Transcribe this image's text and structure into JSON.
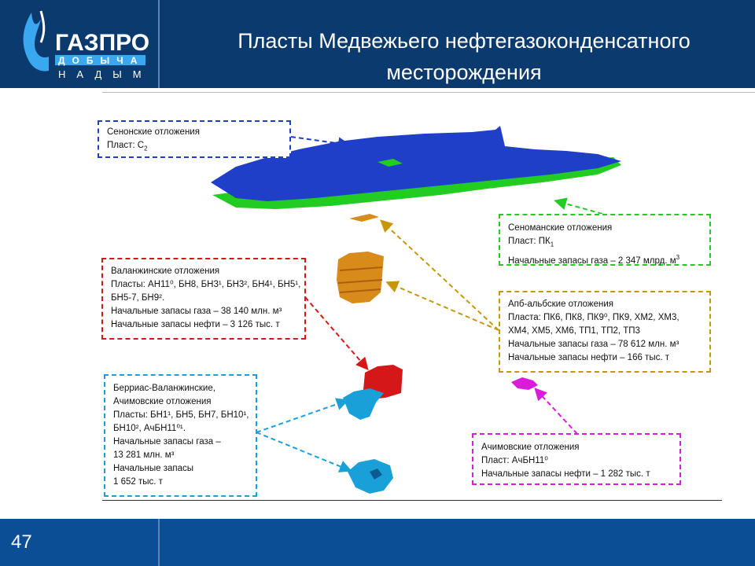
{
  "header": {
    "logo": {
      "name": "ГАЗПРОМ",
      "line2": "ДОБЫЧА",
      "line3": "НАДЫМ"
    },
    "title_line1": "Пласты Медвежьего нефтегазоконденсатного",
    "title_line2": "месторождения"
  },
  "colors": {
    "header_bg": "#0b3a6e",
    "footer_bg": "#0b4e95",
    "senon": "#1f3fc8",
    "senoman": "#22cc22",
    "alb": "#c8960a",
    "valang": "#d41818",
    "berrias": "#1aa0d8",
    "achim": "#d81cd8"
  },
  "boxes": {
    "senon": {
      "line1": "Сенонские отложения",
      "line2": "Пласт: С",
      "line2_sub": "2"
    },
    "senoman": {
      "line1": "Сеноманские отложения",
      "line2": "Пласт: ПК",
      "line2_sub": "1",
      "line3": "Начальные запасы газа – 2 347 млрд. м",
      "line3_sup": "3"
    },
    "valang": {
      "line1": "Валанжинские отложения",
      "line2": "Пласты: АН11⁰, БН8, БН3¹, БН3², БН4¹, БН5¹,",
      "line3": "БН5-7, БН9².",
      "line4": "Начальные запасы газа – 38 140 млн. м³",
      "line5": "Начальные запасы нефти – 3 126 тыс. т"
    },
    "alb": {
      "line1": "Апб-альбские отложения",
      "line2": "Пласта: ПК6, ПК8, ПК9⁰, ПК9, ХМ2, ХМ3,",
      "line3": "ХМ4, ХМ5, ХМ6, ТП1, ТП2, ТП3",
      "line4": "Начальные запасы газа – 78 612 млн. м³",
      "line5": "Начальные запасы нефти – 166 тыс. т"
    },
    "berrias": {
      "line1": "Берриас-Валанжинские,",
      "line2": "Ачимовские отложения",
      "line3": "Пласты: БН1¹, БН5, БН7, БН10¹,",
      "line4": "БН10², АчБН11⁰¹.",
      "line5": "Начальные запасы газа –",
      "line6": "13 281 млн. м³",
      "line7": "Начальные запасы",
      "line8": "1 652 тыс. т"
    },
    "achim": {
      "line1": "Ачимовские отложения",
      "line2": "Пласт: АчБН11⁰",
      "line3": "Начальные запасы нефти – 1 282 тыс. т"
    }
  },
  "footer": {
    "page_number": "47"
  }
}
